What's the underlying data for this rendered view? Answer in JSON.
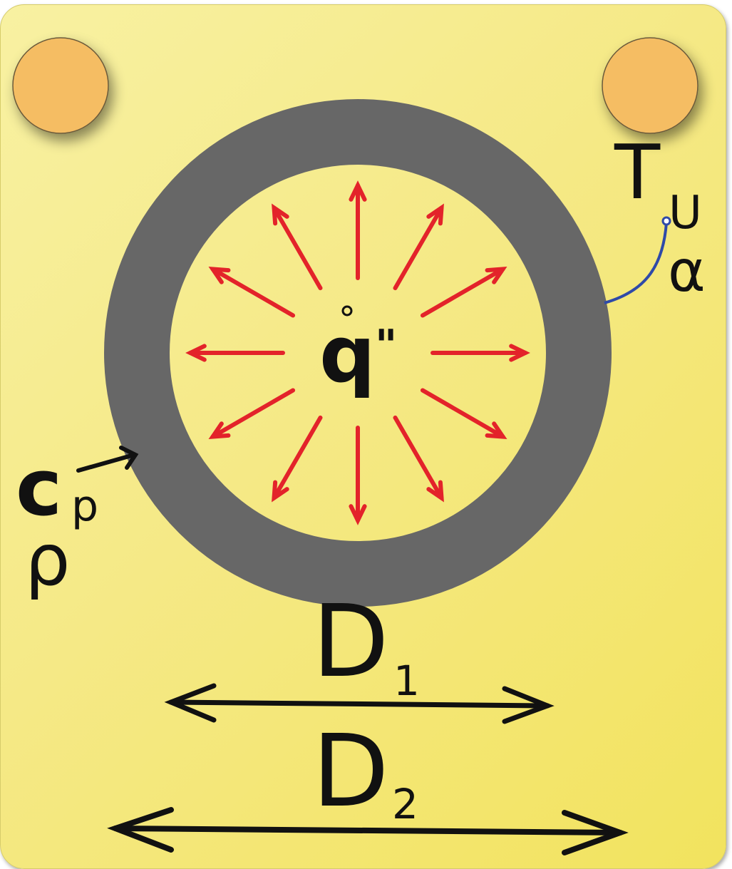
{
  "colors": {
    "background": "#f5e986",
    "pin": "#f5bd63",
    "ring": "#676767",
    "arrow": "#e3232a",
    "wire": "#2f4aa8",
    "ink": "#111111"
  },
  "labels": {
    "heat_flux_q": "q",
    "heat_flux_marks": "\"",
    "temp_T": "T",
    "temp_sub_U": "U",
    "alpha": "α",
    "cp_c": "c",
    "cp_sub_p": "p",
    "rho": "ρ",
    "d1": "D",
    "d1_sub": "1",
    "d2": "D",
    "d2_sub": "2"
  },
  "icons": {
    "pins": [
      "pin-icon",
      "pin-icon"
    ],
    "arrows": "radial-arrow-icon"
  }
}
